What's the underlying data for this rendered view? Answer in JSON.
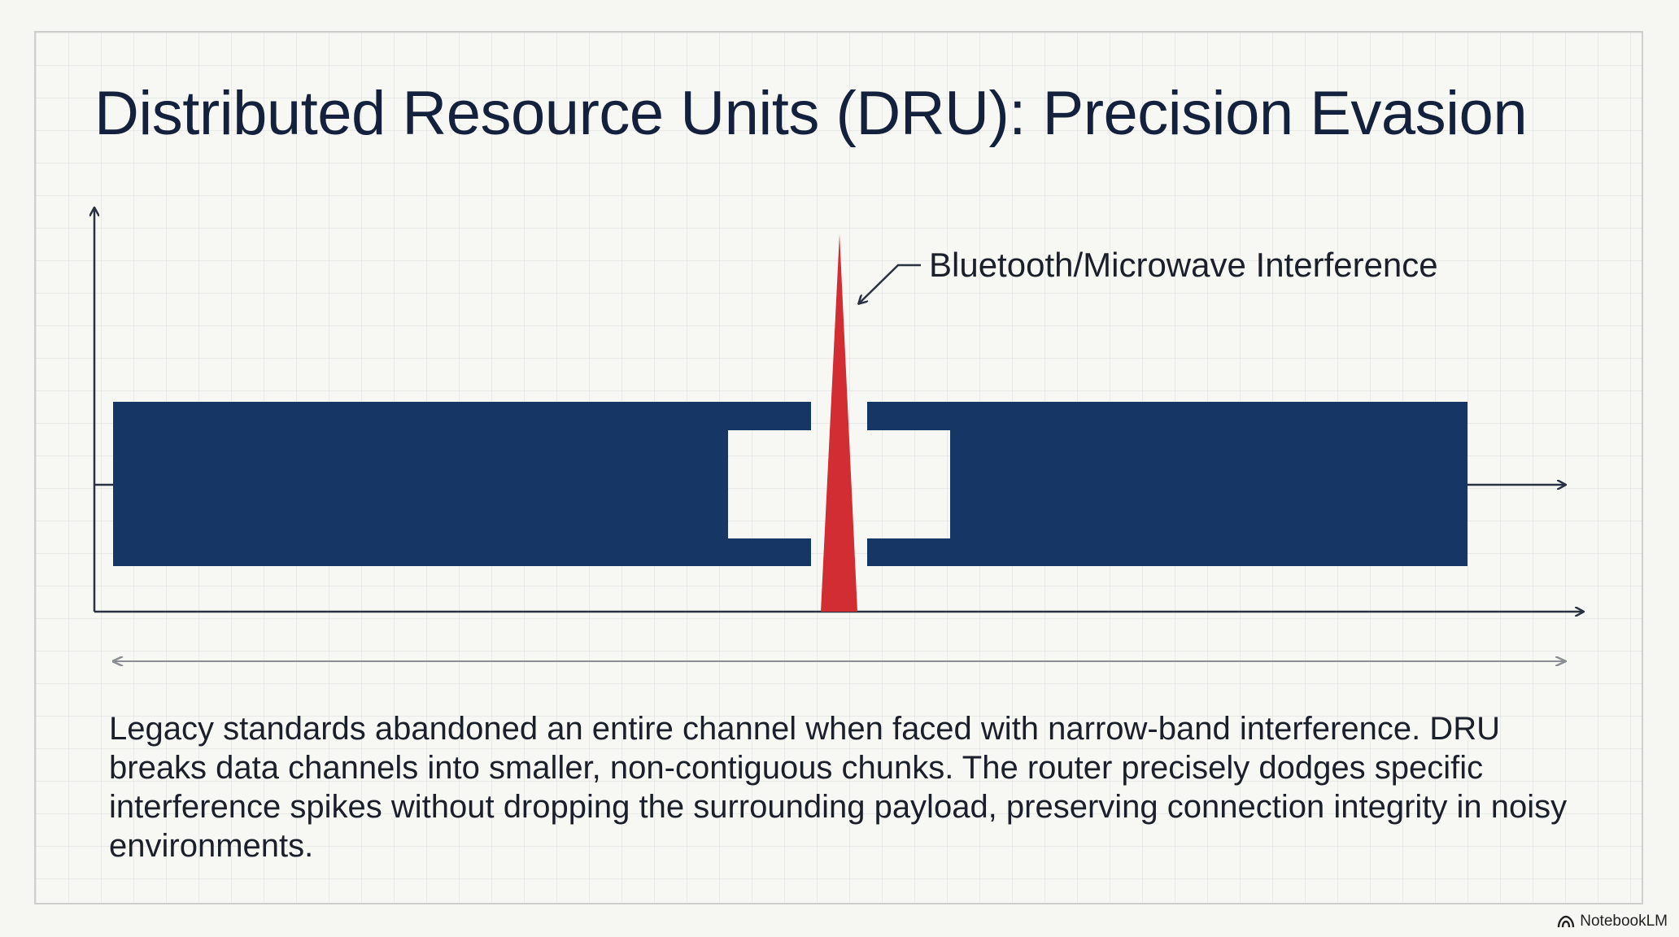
{
  "slide": {
    "title": "Distributed Resource Units (DRU): Precision Evasion",
    "body": "Legacy standards abandoned an entire channel when faced with narrow-band interference. DRU breaks data channels into smaller, non-contiguous chunks. The router precisely dodges specific interference spikes without dropping the surrounding payload, preserving connection integrity in noisy environments."
  },
  "diagram": {
    "interference_label": "Bluetooth/Microwave Interference",
    "colors": {
      "channel_block": "#163765",
      "interference_spike": "#d12d32",
      "axis": "#2a3140",
      "span_arrow": "#8a8d92"
    }
  },
  "watermark": {
    "brand": "NotebookLM",
    "icon": "notebooklm-logo-icon"
  }
}
